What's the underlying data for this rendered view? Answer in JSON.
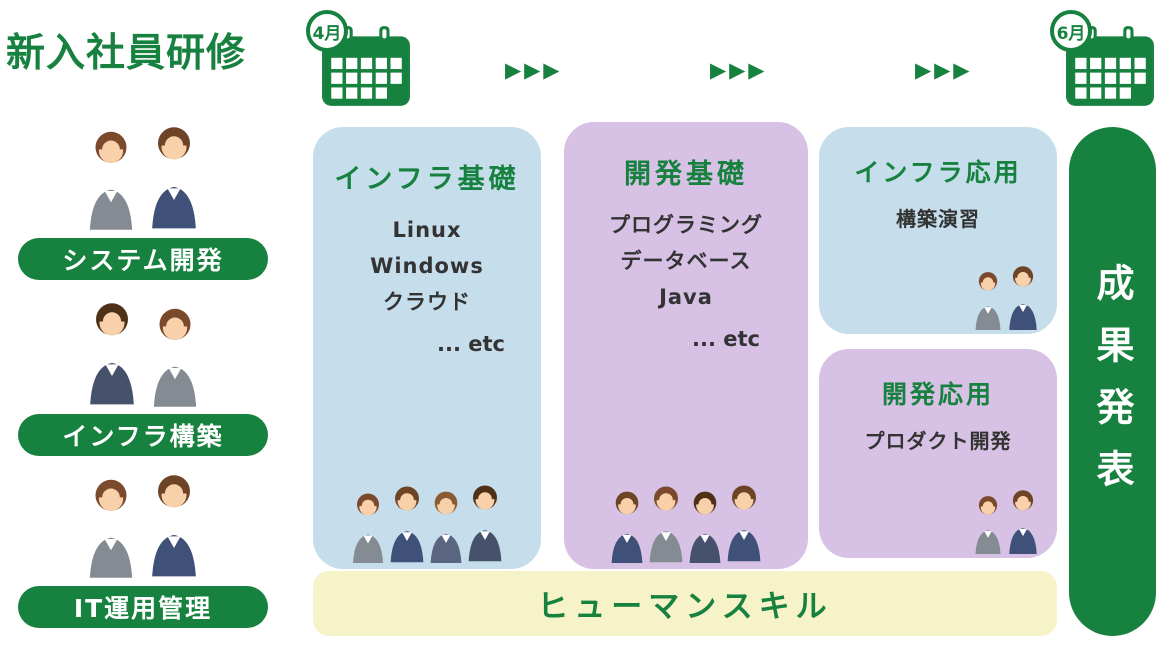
{
  "title": "新入社員研修",
  "timeline": {
    "start_month": "4月",
    "end_month": "6月",
    "arrow": "▶▶▶"
  },
  "roles": [
    {
      "label": "システム開発"
    },
    {
      "label": "インフラ構築"
    },
    {
      "label": "IT運用管理"
    }
  ],
  "courses": {
    "infra_basic": {
      "title": "インフラ基礎",
      "items": [
        "Linux",
        "Windows",
        "クラウド"
      ],
      "etc": "... etc"
    },
    "dev_basic": {
      "title": "開発基礎",
      "items": [
        "プログラミング",
        "データベース",
        "Java"
      ],
      "etc": "... etc"
    },
    "infra_advanced": {
      "title": "インフラ応用",
      "subtitle": "構築演習"
    },
    "dev_advanced": {
      "title": "開発応用",
      "subtitle": "プロダクト開発"
    }
  },
  "human_skill": {
    "label": "ヒューマンスキル"
  },
  "result": {
    "label": "成果発表"
  },
  "colors": {
    "green": "#17813f",
    "light_blue": "#c6deeb",
    "purple": "#d7c1e4",
    "yellow": "#f7f3c8"
  }
}
